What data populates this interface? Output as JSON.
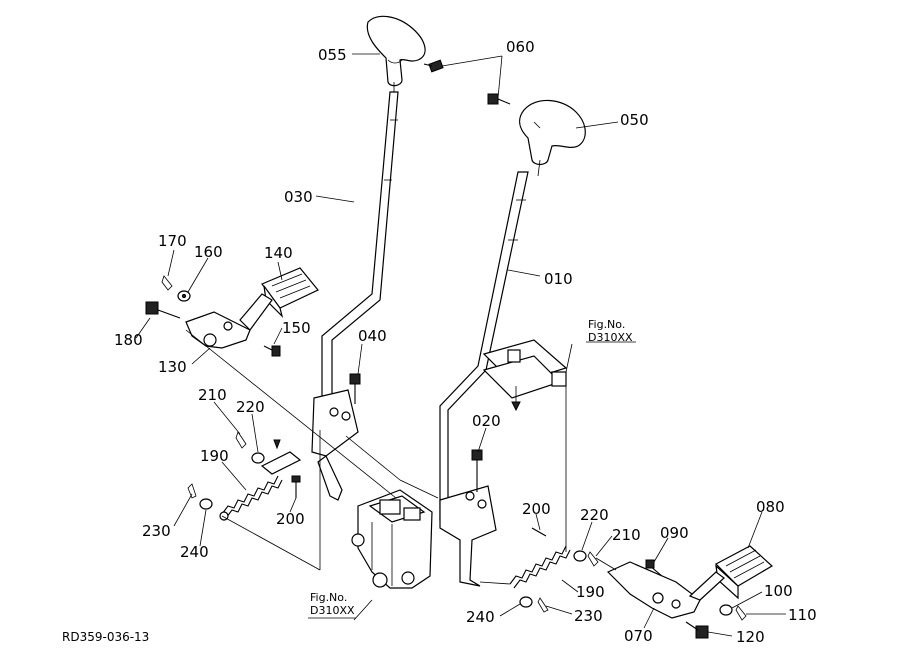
{
  "diagram": {
    "drawing_code": "RD359-036-13",
    "labels": {
      "p055": "055",
      "p060": "060",
      "p050": "050",
      "p030": "030",
      "p010": "010",
      "p170": "170",
      "p160": "160",
      "p140": "140",
      "p180": "180",
      "p150": "150",
      "p130": "130",
      "p040": "040",
      "p210a": "210",
      "p220a": "220",
      "p190a": "190",
      "p230a": "230",
      "p240a": "240",
      "p200a": "200",
      "p020": "020",
      "p200b": "200",
      "p220b": "220",
      "p210b": "210",
      "p090": "090",
      "p080": "080",
      "p190b": "190",
      "p100": "100",
      "p110": "110",
      "p240b": "240",
      "p230b": "230",
      "p070": "070",
      "p120": "120"
    },
    "fig_refs": {
      "ref1_line1": "Fig.No.",
      "ref1_line2": "D310XX",
      "ref2_line1": "Fig.No.",
      "ref2_line2": "D310XX"
    }
  }
}
